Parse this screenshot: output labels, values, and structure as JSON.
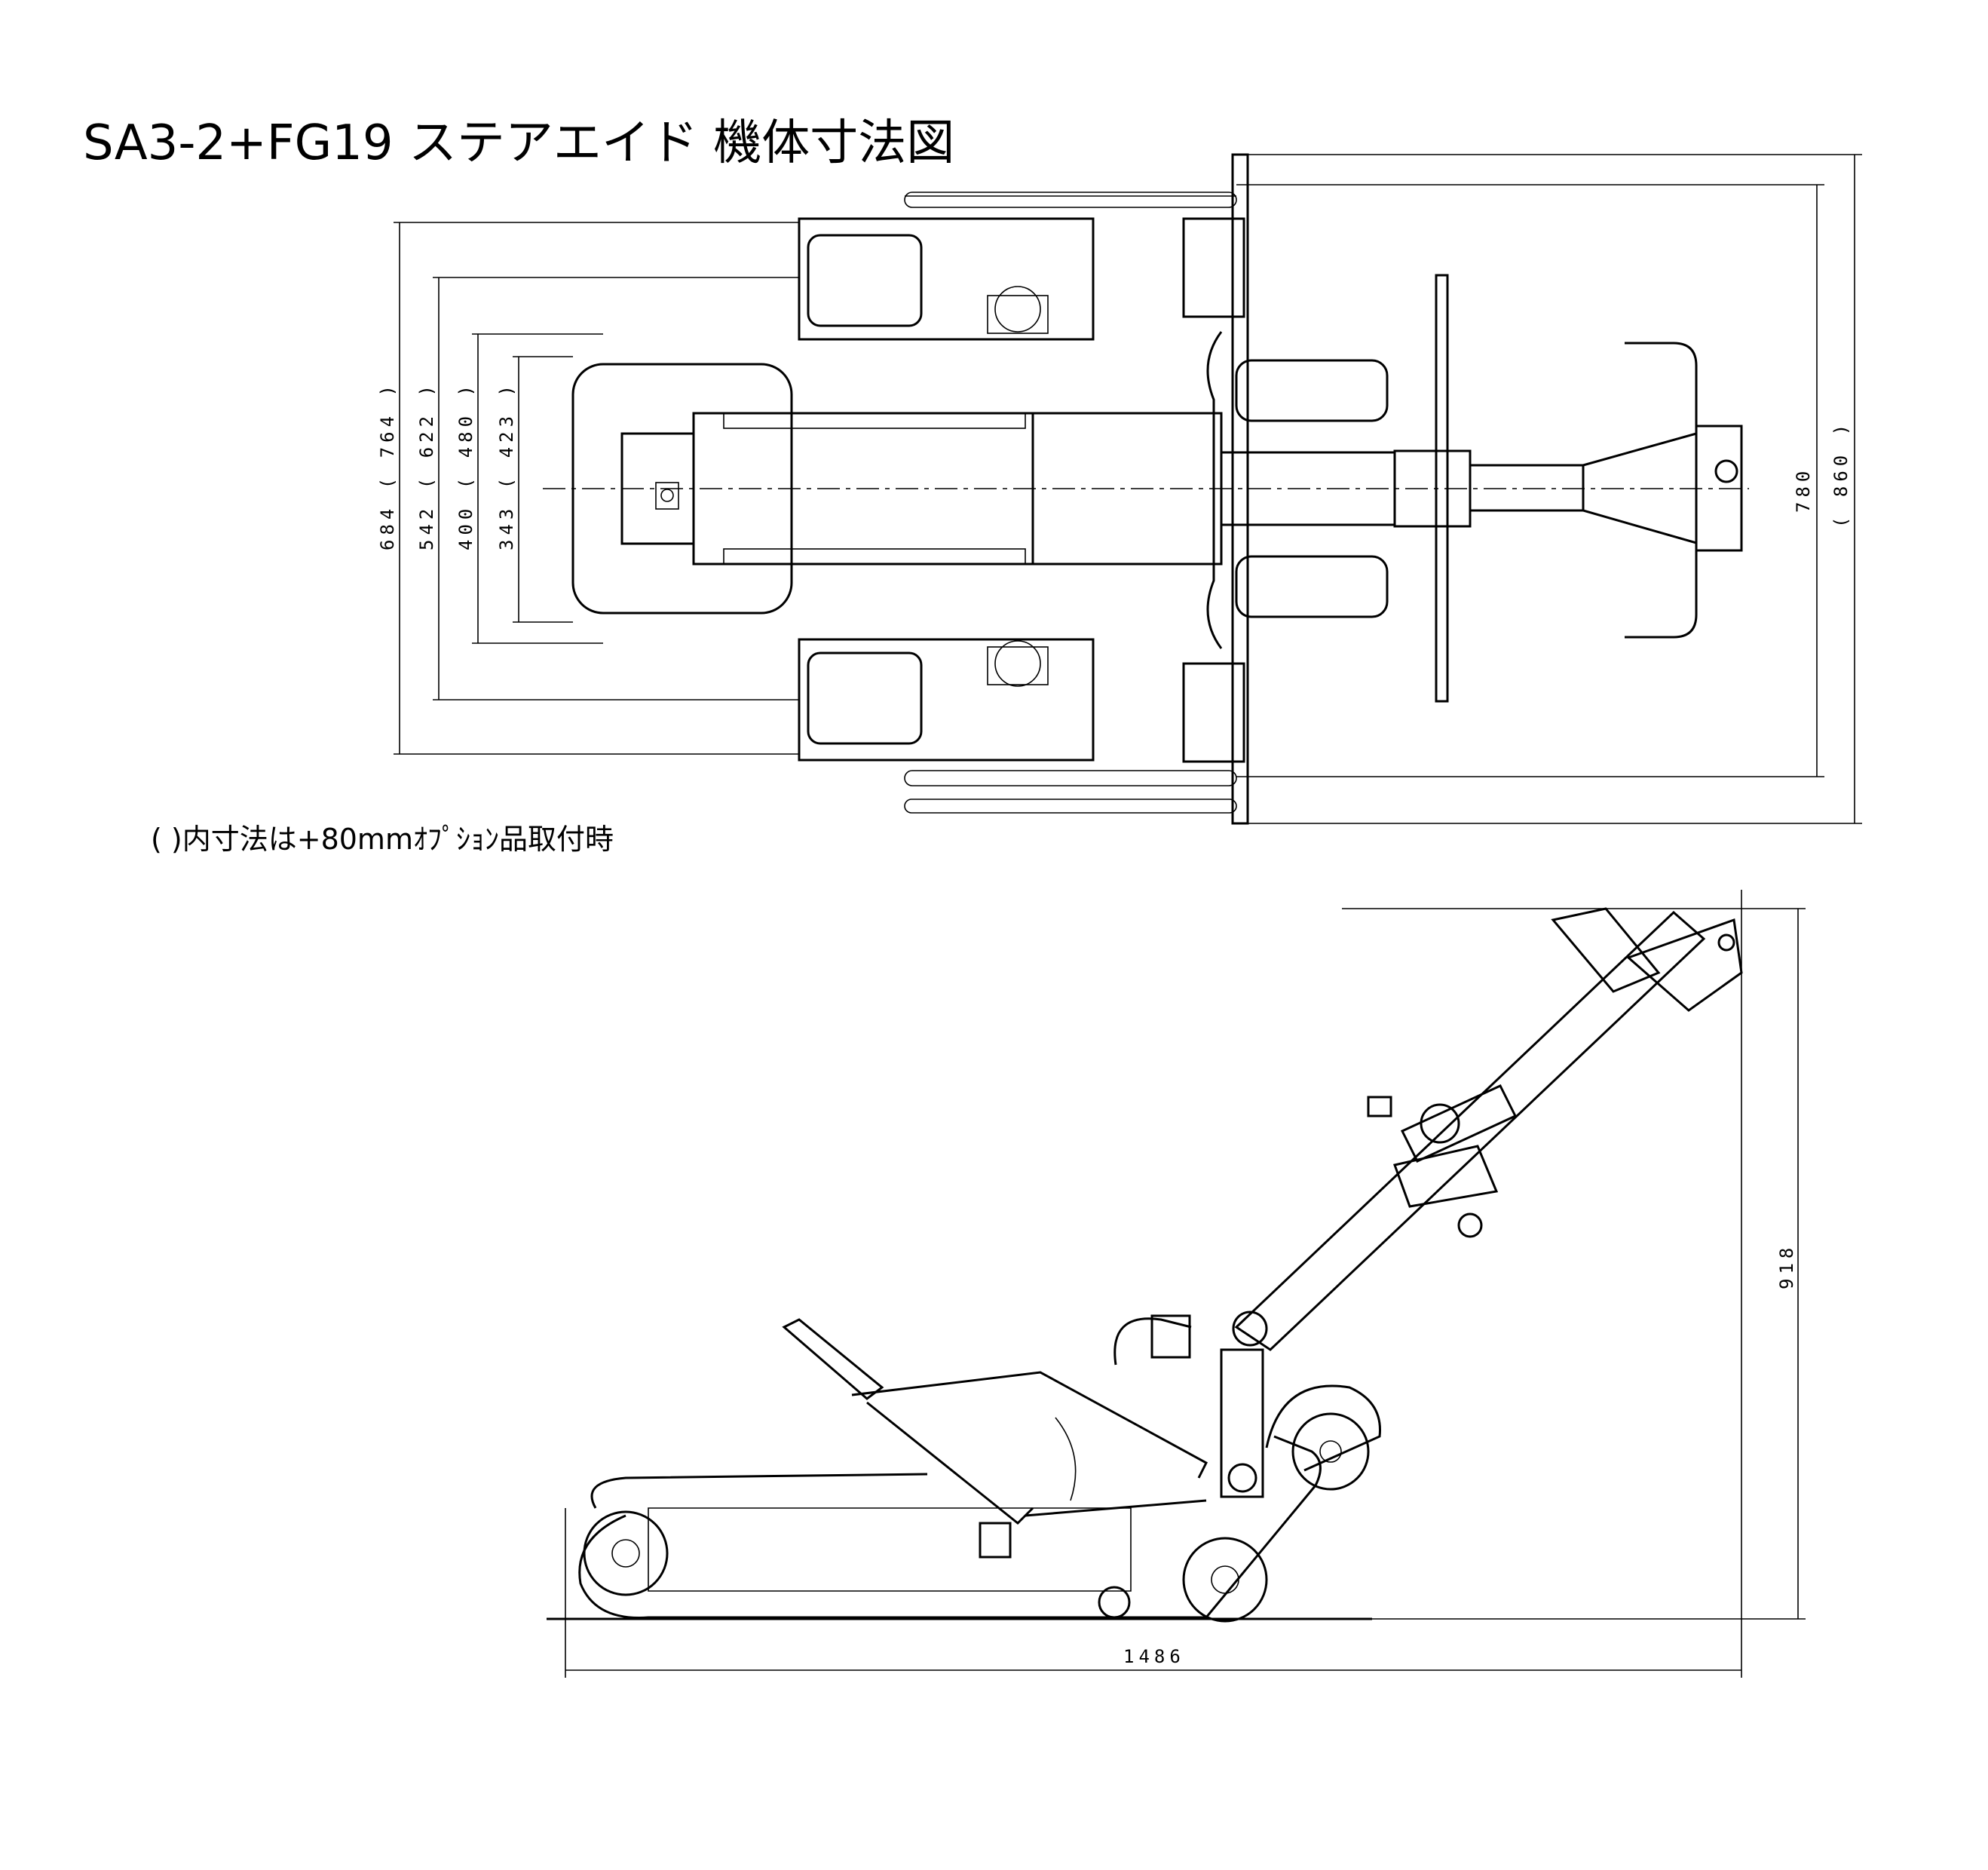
{
  "title": "SA3-2+FG19  ステアエイド  機体寸法図",
  "note": "( )内寸法は+80mmｵﾌﾟｼｮﾝ品取付時",
  "top_view": {
    "width_dims": [
      "684 ( 764 )",
      "542 ( 622 )",
      "400 ( 480 )",
      "343 ( 423 )"
    ],
    "right_dims": [
      "780",
      "( 860 )"
    ]
  },
  "side_view": {
    "height_dim": "918",
    "length_dim": "1486"
  }
}
